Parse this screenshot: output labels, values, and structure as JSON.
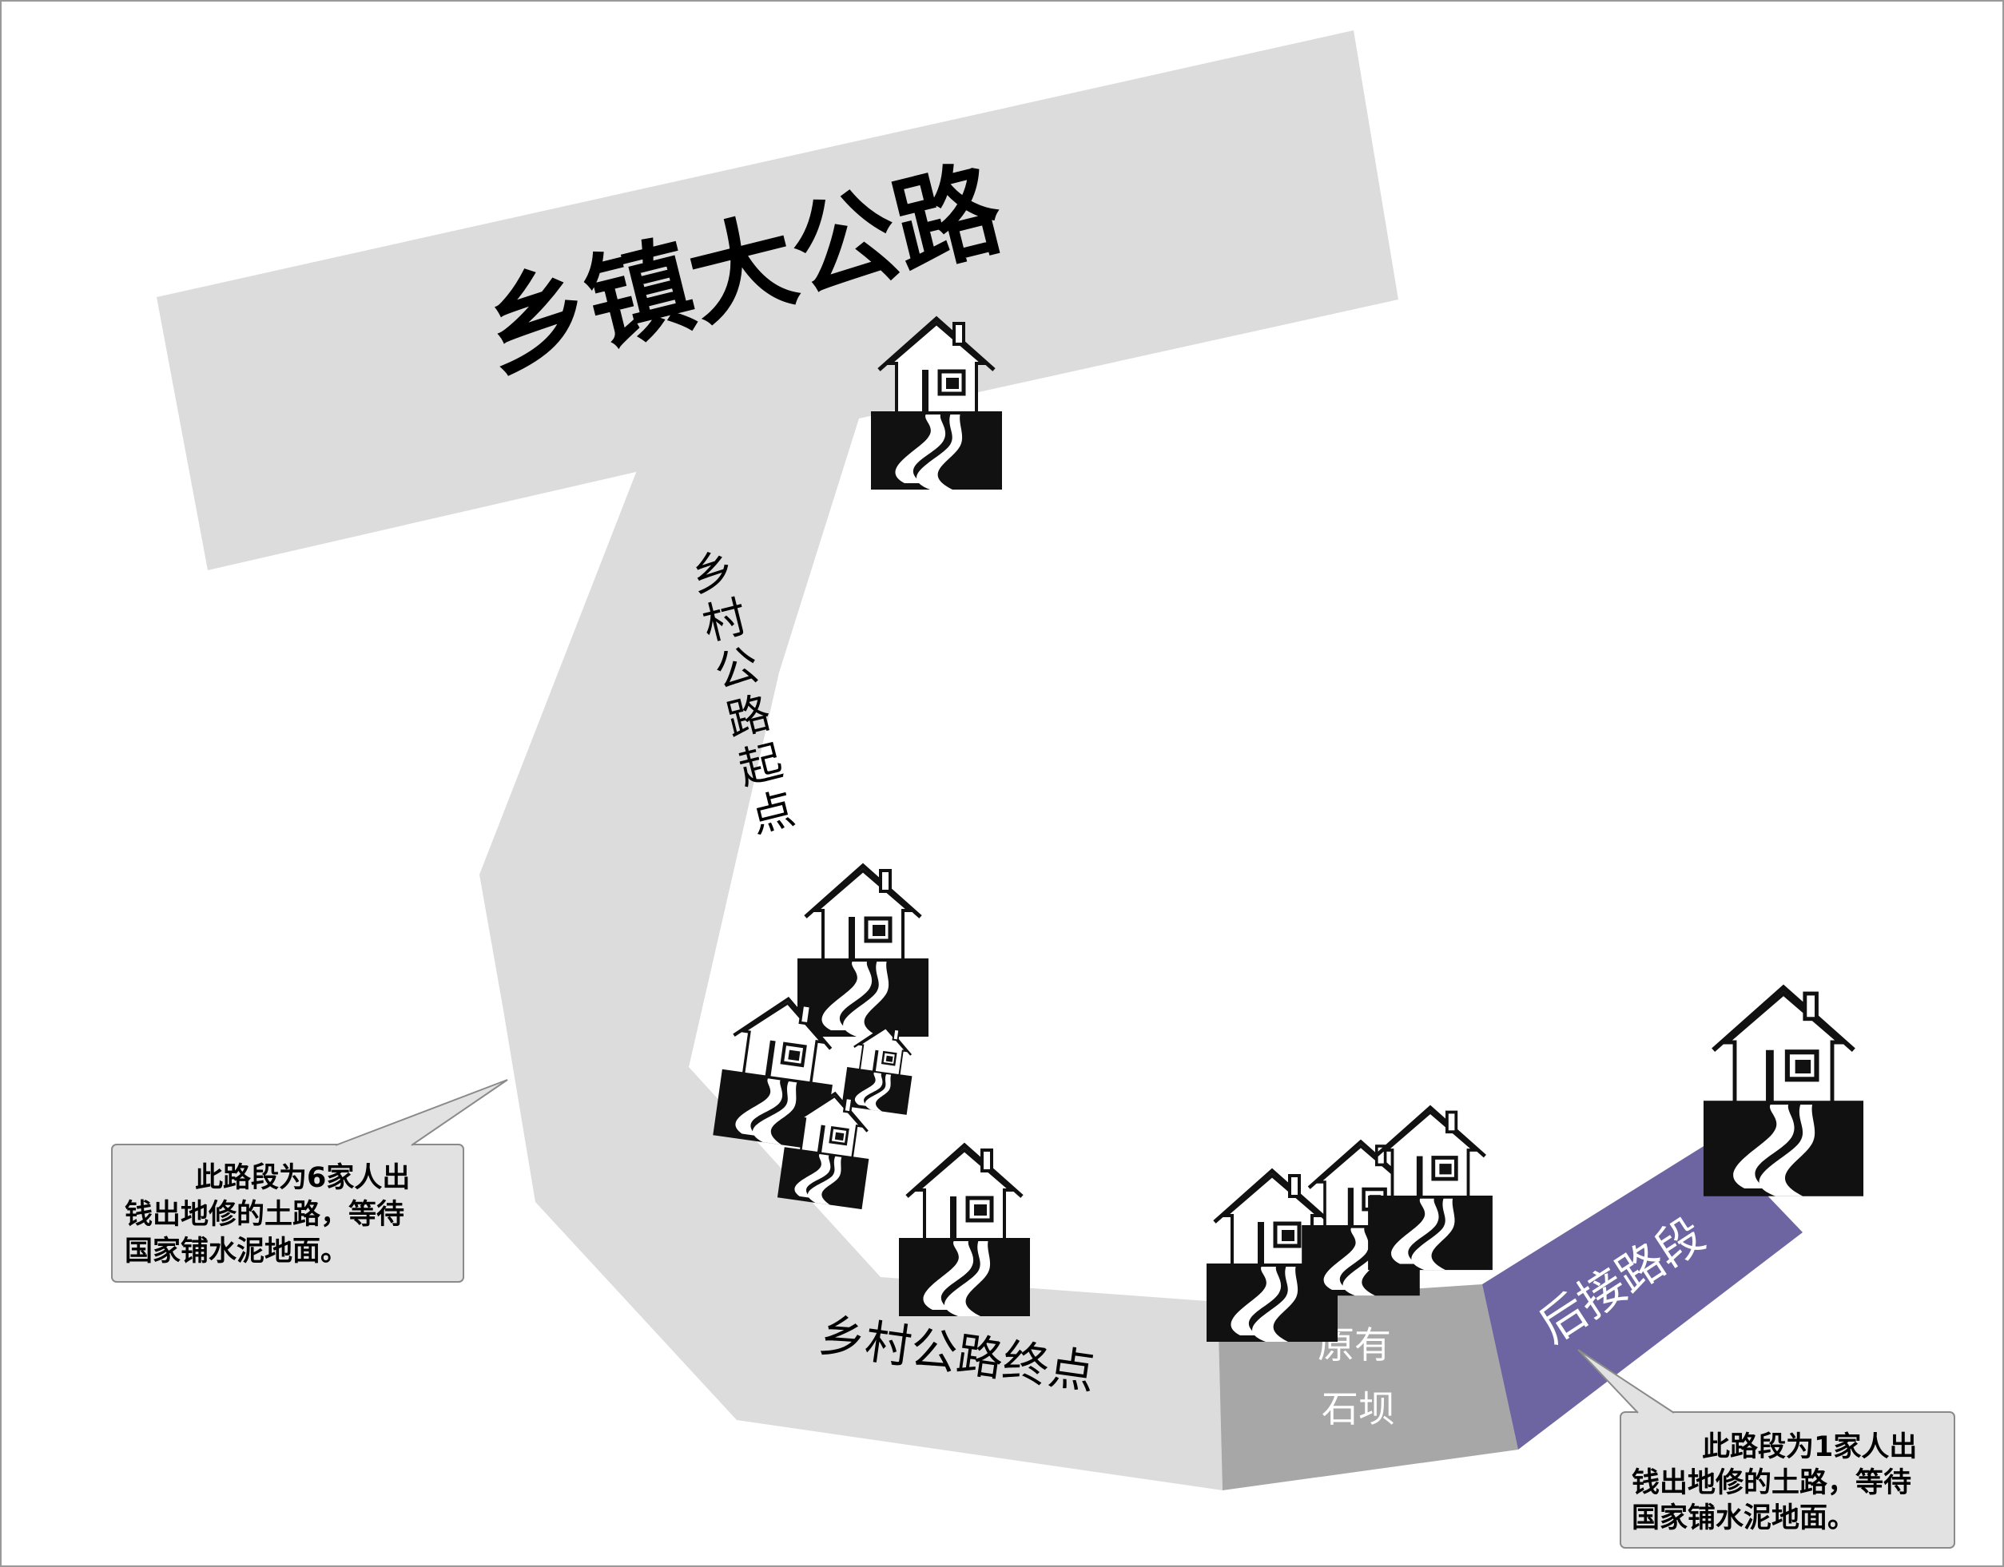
{
  "labels": {
    "main_road": "乡镇大公路",
    "village_road_start": "乡村公路起点",
    "village_road_end": "乡村公路终点",
    "stone_dam_line1": "原有",
    "stone_dam_line2": "石坝",
    "later_section": "后接路段"
  },
  "callouts": [
    {
      "lines": [
        "此路段为6家人出",
        "钱出地修的土路，等待",
        "国家铺水泥地面。"
      ]
    },
    {
      "lines": [
        "此路段为1家人出",
        "钱出地修的土路，等待",
        "国家铺水泥地面。"
      ]
    }
  ],
  "colors": {
    "road": "#dcdcdc",
    "stone_dam": "#a7a7a7",
    "later_section": "#6d64a2",
    "callout_fill": "#e2e2e2",
    "house": "#111111"
  },
  "icons": {
    "house": "house-icon"
  }
}
